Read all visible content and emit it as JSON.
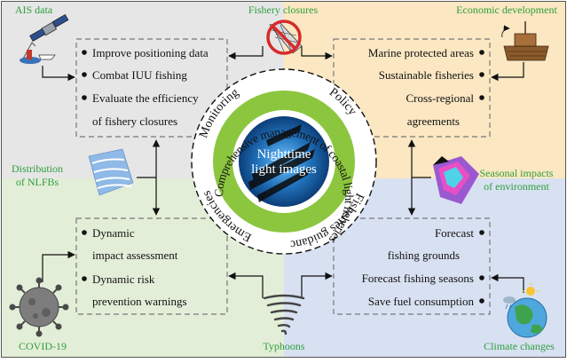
{
  "colors": {
    "top_left_bg": "#e6e6e6",
    "top_right_bg": "#fbe7c2",
    "bottom_left_bg": "#e3eed8",
    "bottom_right_bg": "#d8e1f2",
    "label_green": "#2e9e3e",
    "ring_green": "#8cc63f",
    "core_blue": "#1f6fb8"
  },
  "corners": {
    "top_left": "AIS data",
    "top_center": "Fishery closures",
    "top_right": "Economic development",
    "mid_left_line1": "Distribution",
    "mid_left_line2": "of NLFBs",
    "mid_right_line1": "Seasonal impacts",
    "mid_right_line2": "of environment",
    "bottom_left": "COVID-19",
    "bottom_center": "Typhoons",
    "bottom_right": "Climate changes"
  },
  "boxes": {
    "monitoring": [
      "Improve positioning data",
      "Combat IUU fishing",
      "Evaluate the efficiency",
      "of fishery closures"
    ],
    "policy": [
      "Marine protected areas",
      "Sustainable fisheries",
      "Cross-regional",
      "agreements"
    ],
    "emergencies": [
      "Dynamic",
      "impact assessment",
      "Dynamic risk",
      "prevention warnings"
    ],
    "guidance": [
      "Forecast",
      "fishing grounds",
      "Forecast fishing seasons",
      "Save fuel consumption"
    ]
  },
  "quadrant_labels": {
    "monitoring": "Monitoring",
    "policy": "Policy",
    "emergencies": "Emergencies",
    "guidance": "Fisheries guidance"
  },
  "ring_text": "Comprehensive management of coastal light fisheries",
  "center": {
    "line1": "Nighttime",
    "line2": "light images"
  },
  "icons": [
    "satellite-icon",
    "no-fishing-net-icon",
    "wooden-ship-icon",
    "nlfb-map-icon",
    "seasonal-map-icon",
    "virus-icon",
    "typhoon-icon",
    "earth-weather-icon"
  ]
}
